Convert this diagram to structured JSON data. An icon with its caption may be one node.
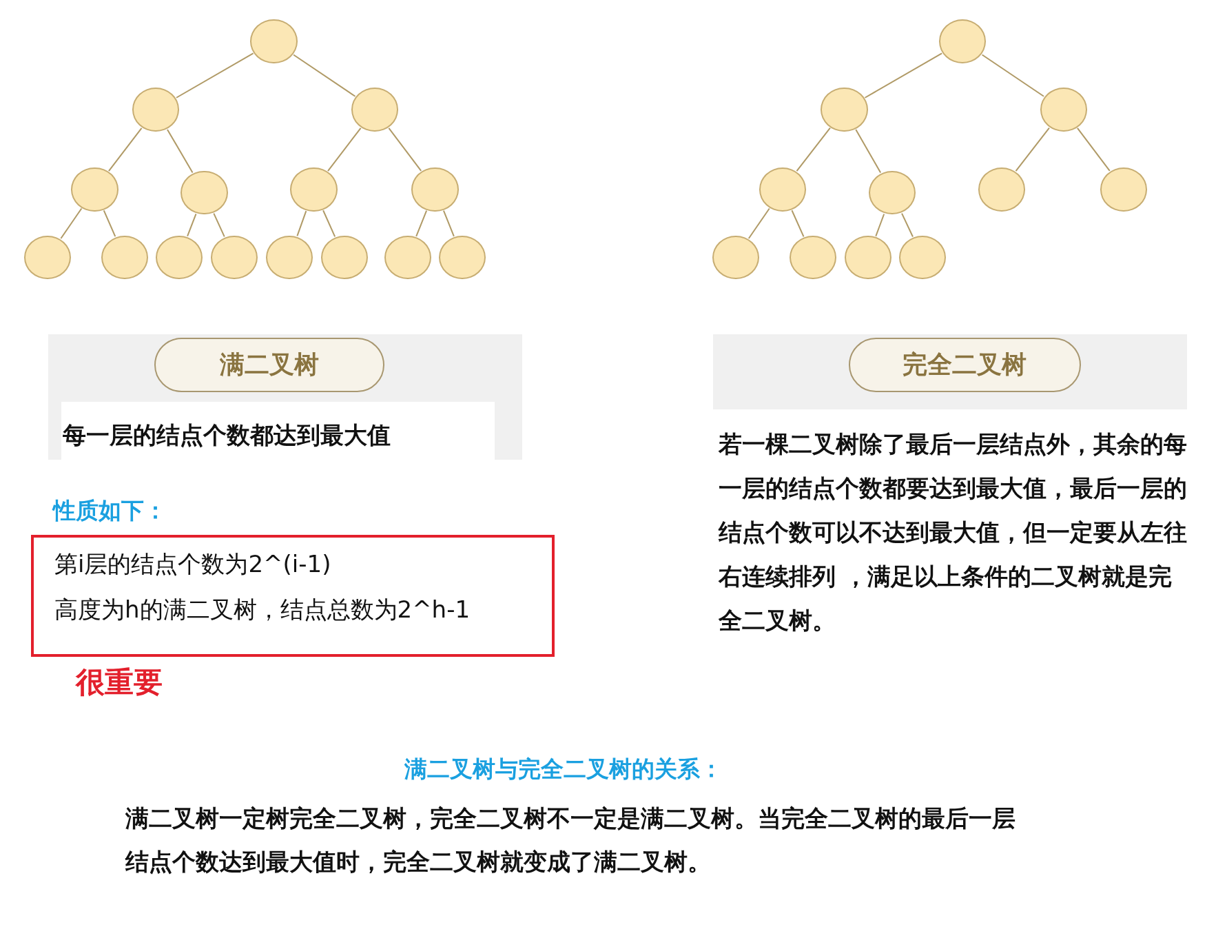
{
  "diagram": {
    "nodes": [
      {
        "text": [],
        "shape": "circle"
      },
      {
        "text": [],
        "shape": "circle"
      },
      {
        "text": [],
        "shape": "circle"
      },
      {
        "text": [],
        "shape": "circle"
      },
      {
        "text": [],
        "shape": "circle"
      },
      {
        "text": [],
        "shape": "circle"
      },
      {
        "text": [],
        "shape": "circle"
      },
      {
        "text": [],
        "shape": "circle"
      },
      {
        "text": [],
        "shape": "circle"
      },
      {
        "text": [],
        "shape": "circle"
      },
      {
        "text": [],
        "shape": "circle"
      },
      {
        "text": [],
        "shape": "circle"
      },
      {
        "text": [],
        "shape": "circle"
      },
      {
        "text": [],
        "shape": "circle"
      },
      {
        "text": [],
        "shape": "circle"
      },
      {
        "text": [],
        "shape": "circle"
      },
      {
        "text": [],
        "shape": "circle"
      },
      {
        "text": [],
        "shape": "circle"
      },
      {
        "text": [],
        "shape": "circle"
      },
      {
        "text": [],
        "shape": "circle"
      },
      {
        "text": [],
        "shape": "circle"
      },
      {
        "text": [],
        "shape": "circle"
      },
      {
        "text": [],
        "shape": "circle"
      },
      {
        "text": [],
        "shape": "circle"
      },
      {
        "text": [],
        "shape": "circle"
      },
      {
        "text": [],
        "shape": "circle"
      },
      {
        "text": [
          "满二叉树"
        ]
      },
      {
        "text": [
          "完全二叉树"
        ]
      },
      {
        "text": [
          "第i层的结点个数为2^(i-1)",
          "高度为h的满二叉树，结点总数为2^h-1"
        ]
      }
    ],
    "edges": [
      {
        "from": 0,
        "to": 1,
        "arrow": "none"
      },
      {
        "from": 0,
        "to": 2,
        "arrow": "none"
      },
      {
        "from": 1,
        "to": 3,
        "arrow": "none"
      },
      {
        "from": 1,
        "to": 4,
        "arrow": "none"
      },
      {
        "from": 2,
        "to": 5,
        "arrow": "none"
      },
      {
        "from": 2,
        "to": 6,
        "arrow": "none"
      },
      {
        "from": 3,
        "to": 7,
        "arrow": "none"
      },
      {
        "from": 3,
        "to": 8,
        "arrow": "none"
      },
      {
        "from": 4,
        "to": 9,
        "arrow": "none"
      },
      {
        "from": 4,
        "to": 10,
        "arrow": "none"
      },
      {
        "from": 5,
        "to": 11,
        "arrow": "none"
      },
      {
        "from": 5,
        "to": 12,
        "arrow": "none"
      },
      {
        "from": 6,
        "to": 13,
        "arrow": "none"
      },
      {
        "from": 6,
        "to": 14,
        "arrow": "none"
      },
      {
        "from": 15,
        "to": 16,
        "arrow": "none"
      },
      {
        "from": 15,
        "to": 17,
        "arrow": "none"
      },
      {
        "from": 16,
        "to": 18,
        "arrow": "none"
      },
      {
        "from": 16,
        "to": 19,
        "arrow": "none"
      },
      {
        "from": 17,
        "to": 20,
        "arrow": "none"
      },
      {
        "from": 17,
        "to": 21,
        "arrow": "none"
      },
      {
        "from": 18,
        "to": 22,
        "arrow": "none"
      },
      {
        "from": 18,
        "to": 23,
        "arrow": "none"
      },
      {
        "from": 19,
        "to": 24,
        "arrow": "none"
      },
      {
        "from": 19,
        "to": 25,
        "arrow": "none"
      }
    ],
    "labels": [
      "每一层的结点个数都达到最大值",
      "若一棵二叉树除了最后一层结点外，其余的每一层的结点个数都要达到最大值，最后一层的结点个数可以不达到最大值，但一定要从左往右连续排列 ，满足以上条件的二叉树就是完全二叉树。",
      "性质如下：",
      "很重要",
      "满二叉树与完全二叉树的关系：",
      "满二叉树一定树完全二叉树，完全二叉树不一定是满二叉树。当完全二叉树的最后一层结点个数达到最大值时，完全二叉树就变成了满二叉树。"
    ]
  }
}
